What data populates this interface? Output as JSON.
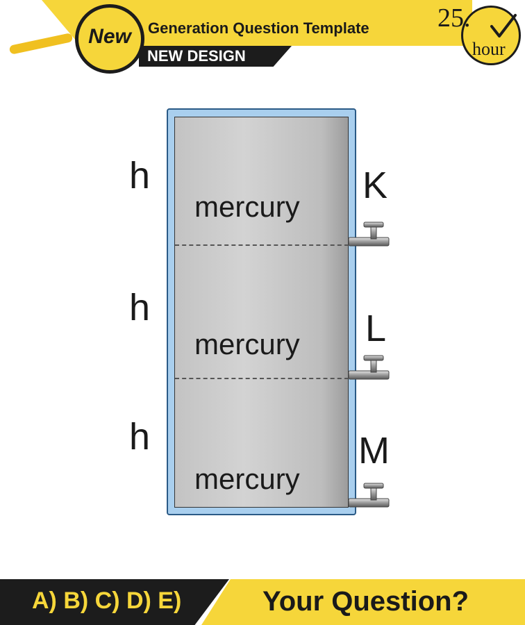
{
  "header": {
    "badge": "New",
    "title": "Generation Question Template",
    "subtitle": "NEW DESIGN",
    "timer_number": "25.",
    "timer_unit": "hour"
  },
  "diagram": {
    "fill_labels": [
      "mercury",
      "mercury",
      "mercury"
    ],
    "height_labels": [
      "h",
      "h",
      "h"
    ],
    "taps": [
      "K",
      "L",
      "M"
    ]
  },
  "footer": {
    "options": "A) B) C) D) E)",
    "question": "Your Question?"
  },
  "colors": {
    "accent_yellow": "#f6d63a",
    "dark": "#1c1c1c",
    "tank_border": "#a9cfee",
    "mercury_gray": "#c8c8c8"
  }
}
